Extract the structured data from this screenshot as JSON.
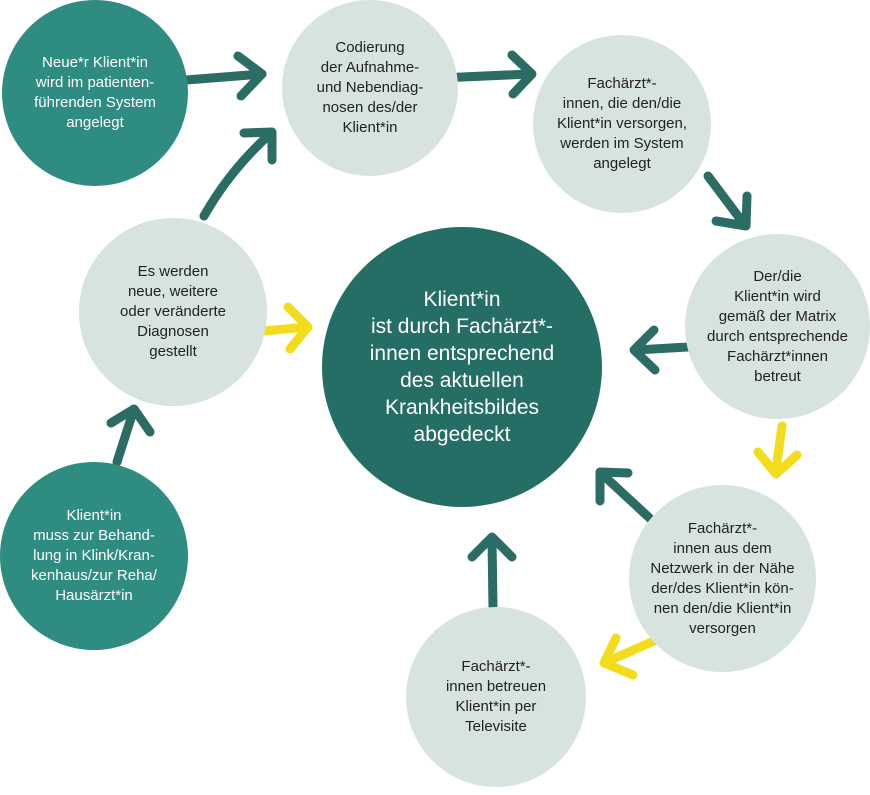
{
  "colors": {
    "teal": "#2e8c80",
    "center": "#256e66",
    "light": "#d6e3de",
    "arrow_dark": "#2b6c64",
    "arrow_yellow": "#f2dc1c"
  },
  "center": {
    "text": "Klient*in\nist durch Fachärzt*-\ninnen entsprechend\ndes aktuellen\nKrankheitsbildes\nabgedeckt"
  },
  "nodes": {
    "new_client": "Neue*r Klient*in\nwird im patienten-\nführenden System\nangelegt",
    "coding": "Codierung\nder Aufnahme-\nund Nebendiag-\nnosen des/der\nKlient*in",
    "specialists_created": "Fachärzt*-\ninnen, die den/die\nKlient*in versorgen,\nwerden im System\nangelegt",
    "matrix": "Der/die\nKlient*in wird\ngemäß der Matrix\ndurch entsprechende\nFachärzt*innen\nbetreut",
    "network": "Fachärzt*-\ninnen aus dem\nNetzwerk in der Nähe\nder/des Klient*in kön-\nnen den/die Klient*in\nversorgen",
    "televisit": "Fachärzt*-\ninnen betreuen\nKlient*in per\nTelevisite",
    "new_diagnoses": "Es werden\nneue, weitere\noder veränderte\nDiagnosen\ngestellt",
    "hospital": "Klient*in\nmuss zur Behand-\nlung in Klink/Kran-\nkenhaus/zur Reha/\nHausärzt*in"
  }
}
